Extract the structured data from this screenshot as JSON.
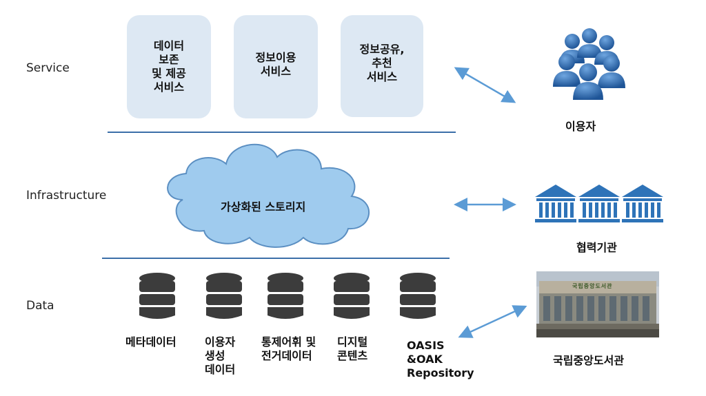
{
  "layers": {
    "service": "Service",
    "infrastructure": "Infrastructure",
    "data": "Data"
  },
  "services": [
    "데이터\n보존\n및 제공\n서비스",
    "정보이용\n서비스",
    "정보공유,\n추천\n서비스"
  ],
  "cloud_label": "가상화된 스토리지",
  "data_sources": [
    "메타데이터",
    "이용자\n생성\n데이터",
    "통제어휘 및\n전거데이터",
    "디지털\n콘텐츠",
    "OASIS\n&OAK\nRepository"
  ],
  "actors": {
    "users": "이용자",
    "partners": "협력기관",
    "national_library": "국립중앙도서관",
    "library_sign": "국립중앙도서관"
  },
  "colors": {
    "service_box": "#dde8f3",
    "divider": "#3a6ea8",
    "cloud_fill": "#9fcbee",
    "cloud_stroke": "#5b8fc2",
    "arrow": "#5b9bd5",
    "user_icon": "#2f6db5",
    "building_icon": "#2e73b8",
    "db_icon": "#3c3c3c"
  },
  "icons": {
    "users": "people-group-icon",
    "partners": "institution-building-icon",
    "database": "database-cylinder-icon",
    "library": "library-building-photo"
  }
}
